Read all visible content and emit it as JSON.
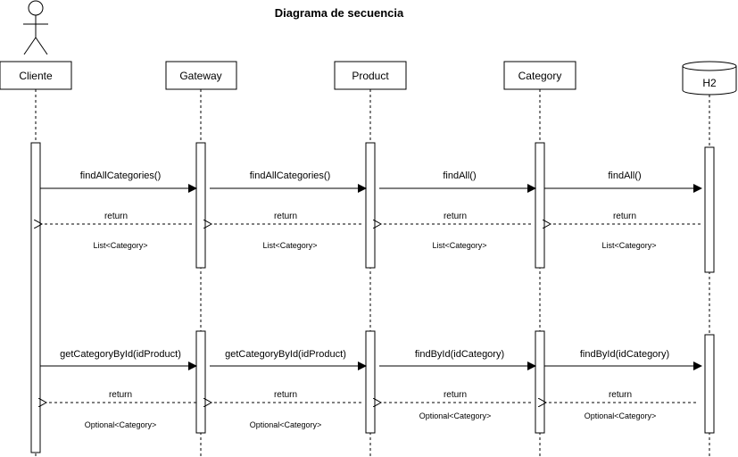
{
  "title": "Diagrama de secuencia",
  "participants": [
    {
      "id": "cliente",
      "label": "Cliente",
      "kind": "actor"
    },
    {
      "id": "gateway",
      "label": "Gateway",
      "kind": "box"
    },
    {
      "id": "product",
      "label": "Product",
      "kind": "box"
    },
    {
      "id": "category",
      "label": "Category",
      "kind": "box"
    },
    {
      "id": "h2",
      "label": "H2",
      "kind": "database"
    }
  ],
  "flows": [
    {
      "messages": [
        {
          "label": "findAllCategories()"
        },
        {
          "label": "findAllCategories()"
        },
        {
          "label": "findAll()"
        },
        {
          "label": "findAll()"
        }
      ],
      "returns": [
        {
          "label": "return",
          "type_label": "List<Category>"
        },
        {
          "label": "return",
          "type_label": "List<Category>"
        },
        {
          "label": "return",
          "type_label": "List<Category>"
        },
        {
          "label": "return",
          "type_label": "List<Category>"
        }
      ]
    },
    {
      "messages": [
        {
          "label": "getCategoryById(idProduct)"
        },
        {
          "label": "getCategoryById(idProduct)"
        },
        {
          "label": "findById(idCategory)"
        },
        {
          "label": "findById(idCategory)"
        }
      ],
      "returns": [
        {
          "label": "return",
          "type_label": "Optional<Category>"
        },
        {
          "label": "return",
          "type_label": "Optional<Category>"
        },
        {
          "label": "return",
          "type_label": "Optional<Category>"
        },
        {
          "label": "return",
          "type_label": "Optional<Category>"
        }
      ]
    }
  ],
  "colors": {
    "stroke": "#000000",
    "fill": "#ffffff",
    "text": "#000000"
  }
}
